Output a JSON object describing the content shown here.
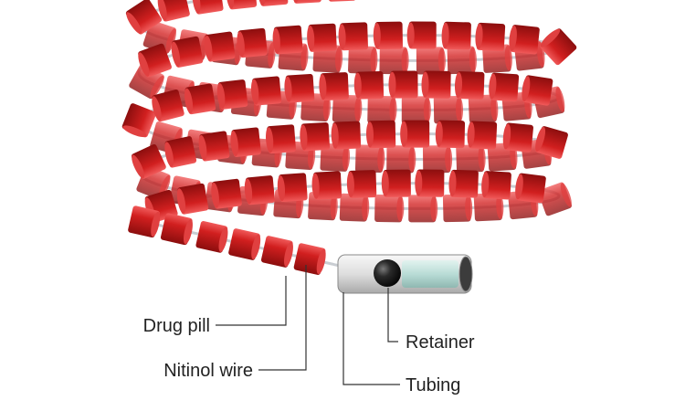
{
  "colors": {
    "pill": "#d11f1f",
    "pill_dark": "#8c0e0e",
    "pill_highlight": "#f05a5a",
    "wire": "#c9cdd2",
    "tubing": "#e3e3e3",
    "liquid": "#b9dcd6",
    "retainer": "#1a1a1a",
    "leader": "#333333",
    "text": "#222222"
  },
  "labels": {
    "drug_pill": "Drug pill",
    "nitinol_wire": "Nitinol wire",
    "retainer": "Retainer",
    "tubing": "Tubing"
  }
}
